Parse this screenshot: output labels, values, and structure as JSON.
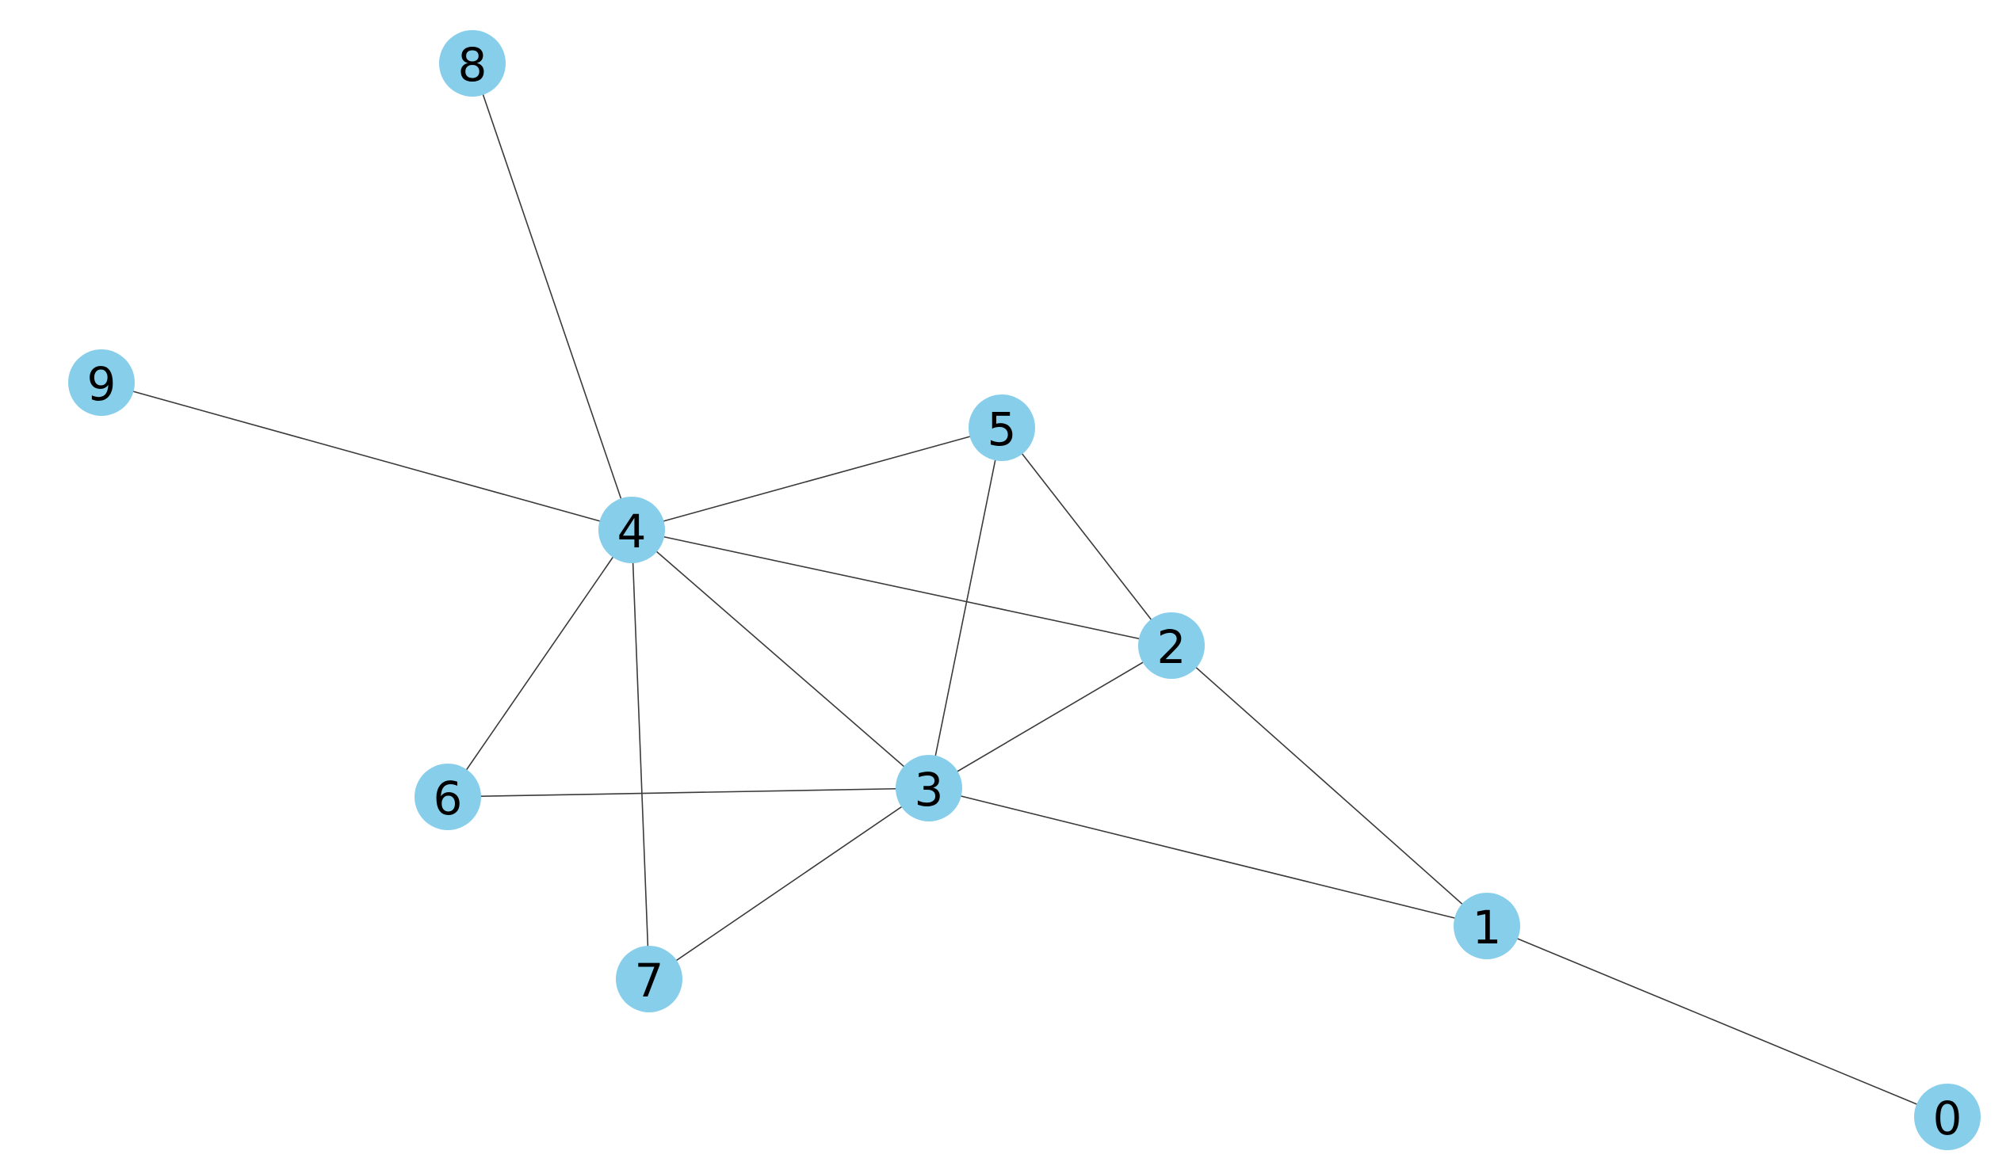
{
  "graph": {
    "node_color": "#87ceeb",
    "edge_color": "#3a3a3a",
    "label_color": "#000000",
    "nodes": [
      {
        "id": "0",
        "label": "0"
      },
      {
        "id": "1",
        "label": "1"
      },
      {
        "id": "2",
        "label": "2"
      },
      {
        "id": "3",
        "label": "3"
      },
      {
        "id": "4",
        "label": "4"
      },
      {
        "id": "5",
        "label": "5"
      },
      {
        "id": "6",
        "label": "6"
      },
      {
        "id": "7",
        "label": "7"
      },
      {
        "id": "8",
        "label": "8"
      },
      {
        "id": "9",
        "label": "9"
      }
    ],
    "edges": [
      [
        "0",
        "1"
      ],
      [
        "1",
        "2"
      ],
      [
        "1",
        "3"
      ],
      [
        "2",
        "3"
      ],
      [
        "2",
        "4"
      ],
      [
        "2",
        "5"
      ],
      [
        "3",
        "4"
      ],
      [
        "3",
        "5"
      ],
      [
        "3",
        "6"
      ],
      [
        "3",
        "7"
      ],
      [
        "4",
        "5"
      ],
      [
        "4",
        "6"
      ],
      [
        "4",
        "7"
      ],
      [
        "4",
        "8"
      ],
      [
        "4",
        "9"
      ]
    ]
  }
}
